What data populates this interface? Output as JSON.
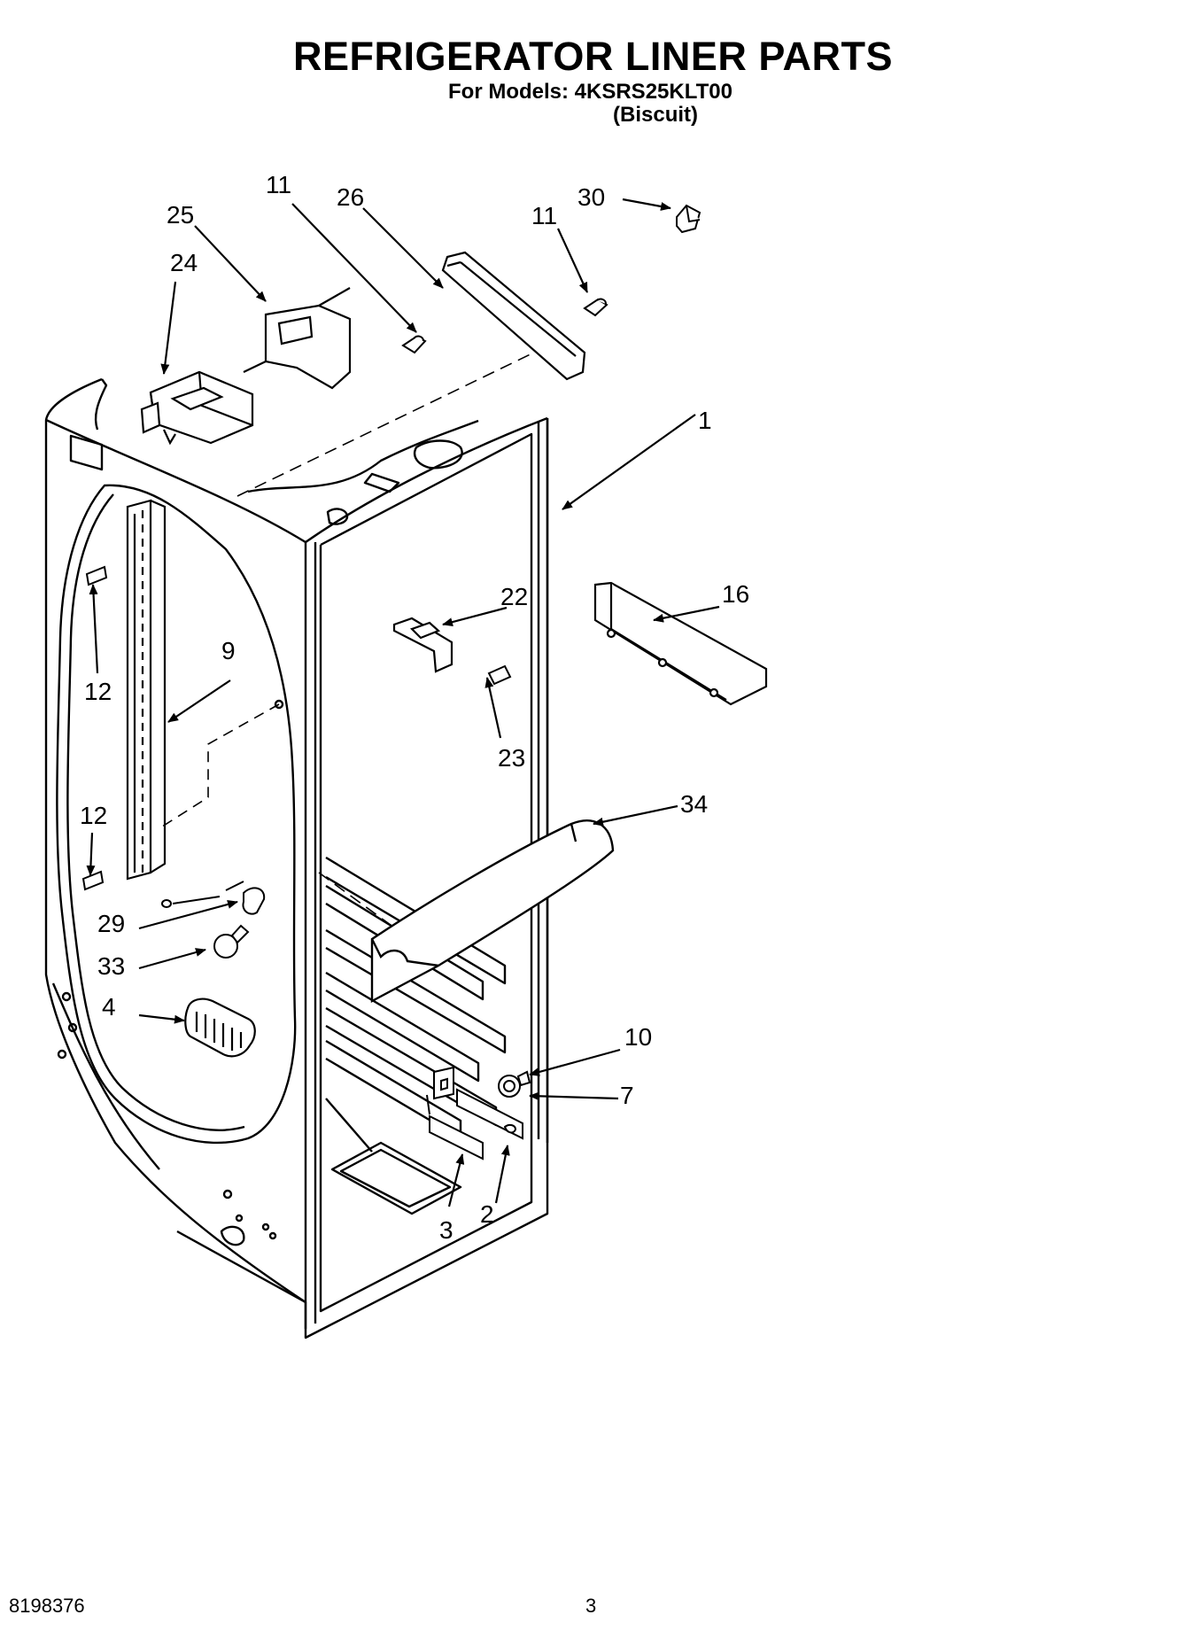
{
  "header": {
    "title": "REFRIGERATOR LINER PARTS",
    "models": "For Models: 4KSRS25KLT00",
    "color": "(Biscuit)"
  },
  "callouts": {
    "p1": "1",
    "p2": "2",
    "p3": "3",
    "p4": "4",
    "p7": "7",
    "p9": "9",
    "p10": "10",
    "p11a": "11",
    "p11b": "11",
    "p12a": "12",
    "p12b": "12",
    "p16": "16",
    "p22": "22",
    "p23": "23",
    "p24": "24",
    "p25": "25",
    "p26": "26",
    "p29": "29",
    "p30": "30",
    "p33": "33",
    "p34": "34"
  },
  "footer": {
    "doc_number": "8198376",
    "page": "3"
  }
}
